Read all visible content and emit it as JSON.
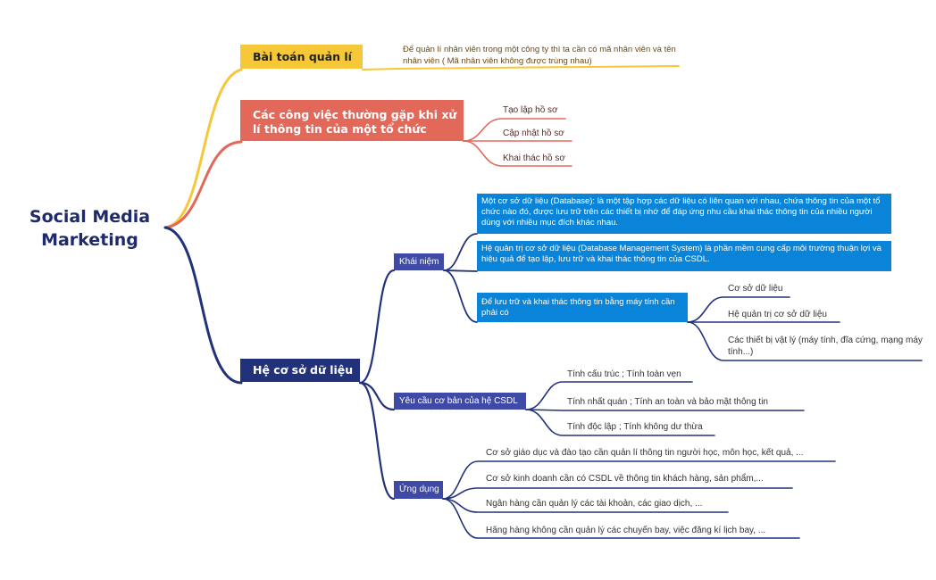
{
  "root": {
    "line1": "Social Media",
    "line2": "Marketing"
  },
  "branch1": {
    "label": "Bài toán quản lí",
    "note": "Để quản lí nhân viên trong một công ty thì ta cần có mã nhân viên và tên nhân viên ( Mã nhân viên không được trùng nhau)"
  },
  "branch2": {
    "label": "Các công việc thường gặp khi xử lí thông tin của một tổ chức",
    "items": [
      "Tạo lập hồ sơ",
      "Cập nhật hồ sơ",
      "Khai thác hồ sơ"
    ]
  },
  "branch3": {
    "label": "Hệ cơ sở dữ liệu",
    "concept": {
      "label": "Khái niệm",
      "def1": "Một cơ sở dữ liệu (Database): là một tập hợp các dữ liệu có liên quan với nhau, chứa thông tin của một tổ chức nào đó, được lưu trữ trên các thiết bị nhớ để đáp ứng nhu cầu khai thác thông tin của nhiều người dùng với nhiều mục đích khác nhau.",
      "def2": "Hệ quản trị cơ sở dữ liệu (Database Management System) là phần mềm cung cấp môi trường thuận lợi và hiệu quả để tạo lập, lưu trữ và khai thác thông tin của CSDL.",
      "def3": "Để lưu trữ và khai thác thông tin bằng máy tính cần phải có",
      "needs": [
        "Cơ sở dữ liệu",
        "Hệ quản trị cơ sở dữ liệu",
        "Các thiết bị vật lý (máy tính, đĩa cứng, mạng máy tính...)"
      ]
    },
    "requirements": {
      "label": "Yêu cầu cơ bản của hệ CSDL",
      "items": [
        "Tính cấu trúc ; Tính toàn vẹn",
        "Tính nhất quán ; Tính an toàn và bảo mật thông tin",
        "Tính độc lập ; Tính không dư thừa"
      ]
    },
    "applications": {
      "label": "Ứng dụng",
      "items": [
        "Cơ sở giáo dục và đào tạo cần quản lí thông tin người học, môn học, kết quả, ...",
        "Cơ sở kinh doanh cần có CSDL về thông tin khách hàng, sản phẩm,...",
        "Ngân hàng cần quản lý các tài khoản, các giao dịch, ...",
        "Hãng hàng không cần quản lý các chuyến bay, việc đăng kí lịch bay, ..."
      ]
    }
  },
  "colors": {
    "yellow": "#f6c837",
    "coral": "#e2685a",
    "navy": "#22327a",
    "indigo": "#3f4aa6",
    "blue": "#0a84d8"
  }
}
